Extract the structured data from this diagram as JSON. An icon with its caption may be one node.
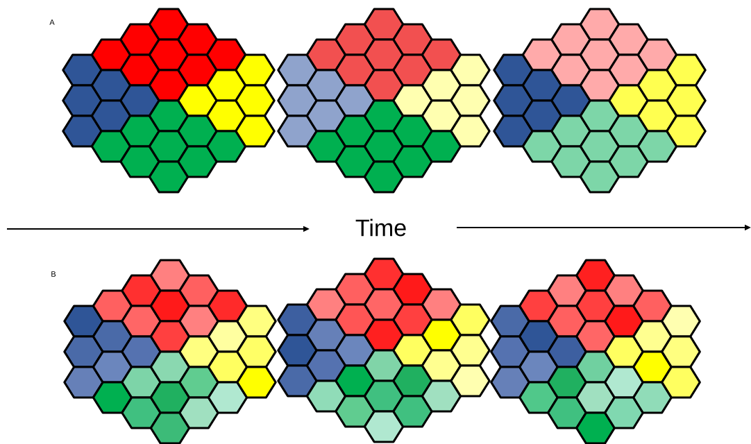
{
  "diagram": {
    "labels": [
      "A",
      "B",
      "Time"
    ]
  }
}
